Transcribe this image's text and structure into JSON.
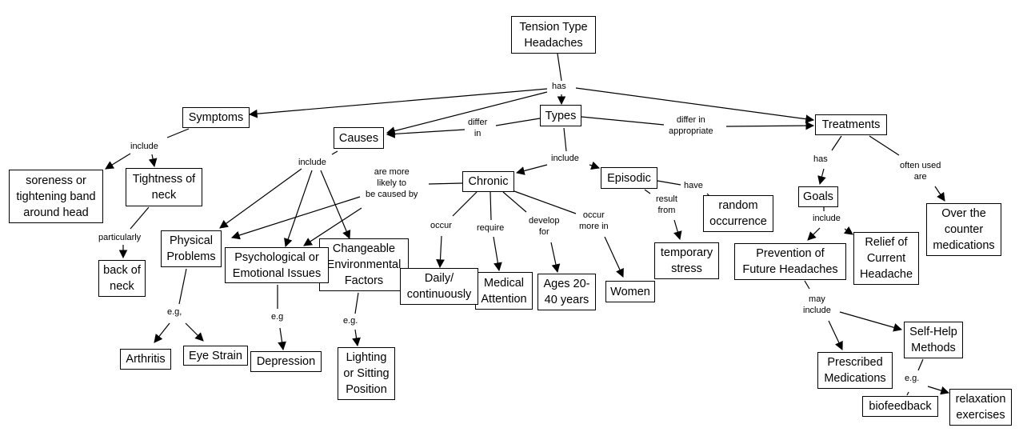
{
  "colors": {
    "background": "#ffffff",
    "line": "#000000",
    "text": "#000000"
  },
  "nodes": {
    "root": "Tension Type\nHeadaches",
    "symptoms": "Symptoms",
    "causes": "Causes",
    "types": "Types",
    "treatments": "Treatments",
    "soreness": "soreness or\ntightening band\naround head",
    "tightness": "Tightness of\nneck",
    "back_of_neck": "back of\nneck",
    "physical": "Physical\nProblems",
    "psychological": "Psychological or\nEmotional Issues",
    "changeable": "Changeable\nEnvironmental\nFactors",
    "arthritis": "Arthritis",
    "eye_strain": "Eye Strain",
    "depression": "Depression",
    "lighting": "Lighting\nor Sitting\nPosition",
    "chronic": "Chronic",
    "episodic": "Episodic",
    "daily": "Daily/\ncontinuously",
    "medical": "Medical\nAttention",
    "ages": "Ages 20-\n40 years",
    "women": "Women",
    "temporary": "temporary\nstress",
    "random": "random\noccurrence",
    "goals": "Goals",
    "otc": "Over the\ncounter\nmedications",
    "prevention": "Prevention of\nFuture Headaches",
    "relief": "Relief of\nCurrent\nHeadache",
    "prescribed": "Prescribed\nMedications",
    "selfhelp": "Self-Help\nMethods",
    "biofeedback": "biofeedback",
    "relaxation": "relaxation\nexercises"
  },
  "links": {
    "has_root": "has",
    "include_symptoms": "include",
    "particularly": "particularly",
    "include_causes": "include",
    "differ_in": "differ\nin",
    "differ_in_appropriate": "differ in\nappropriate",
    "include_types": "include",
    "more_likely": "are more\nlikely to\nbe caused by",
    "eg_physical": "e.g,",
    "eg_psych": "e.g",
    "eg_env": "e.g.",
    "occur": "occur",
    "require": "require",
    "develop_for": "develop\nfor",
    "occur_more_in": "occur\nmore in",
    "have": "have",
    "result_from": "result\nfrom",
    "has_treatments": "has",
    "often_used_are": "often used\nare",
    "include_goals": "include",
    "may_include": "may\ninclude",
    "eg_selfhelp": "e.g."
  }
}
